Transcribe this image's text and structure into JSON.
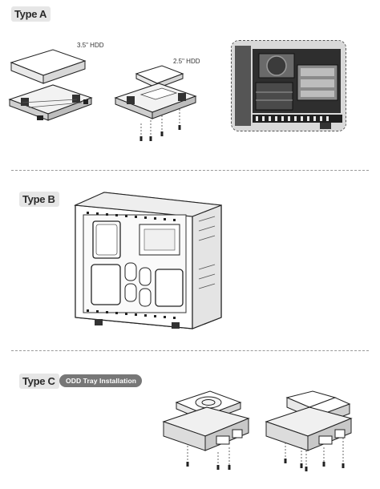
{
  "sections": {
    "type_a": {
      "label": "Type A",
      "hdd35_label": "3.5\" HDD",
      "hdd25_label": "2.5\" HDD"
    },
    "type_b": {
      "label": "Type B"
    },
    "type_c": {
      "label": "Type C",
      "badge": "ODD Tray Installation"
    }
  }
}
